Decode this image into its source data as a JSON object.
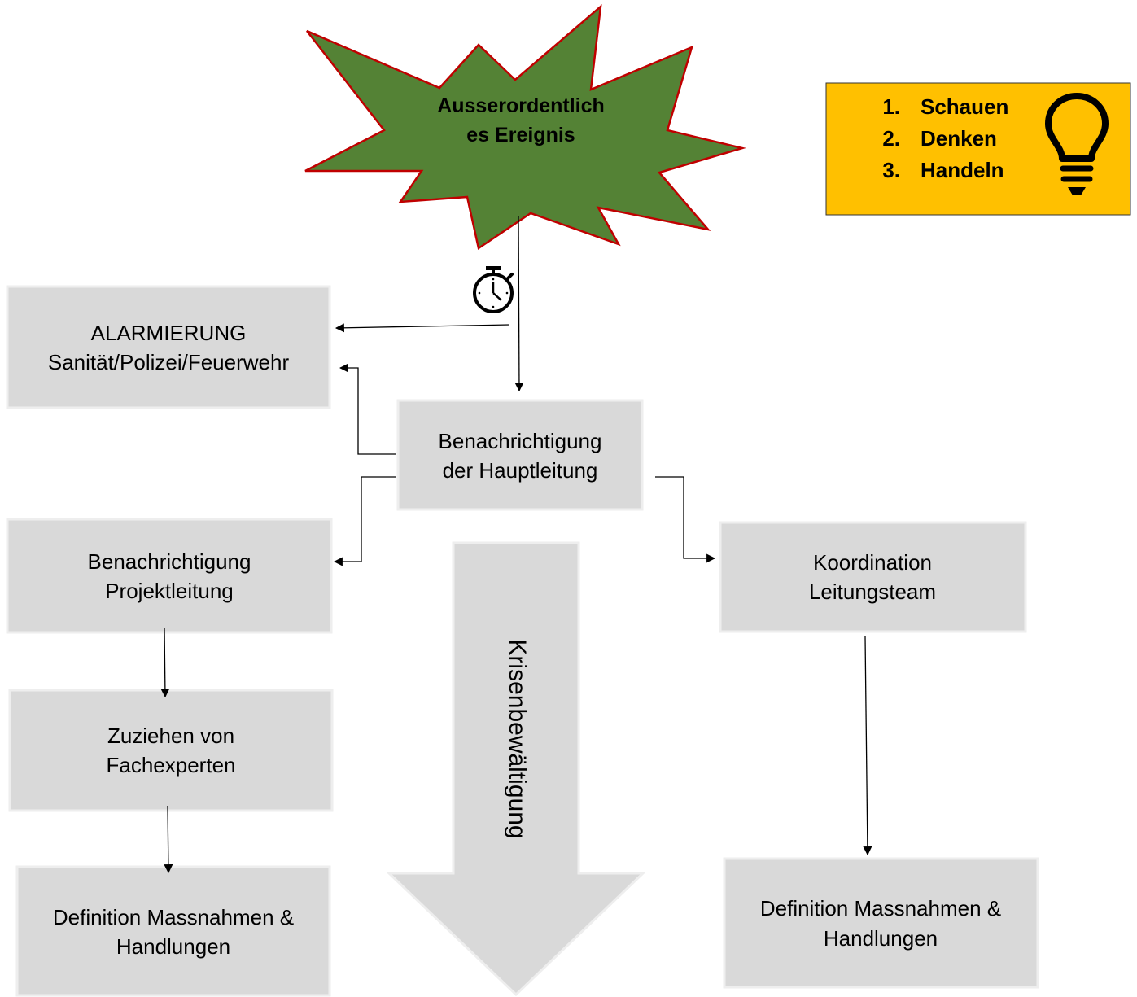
{
  "event": {
    "line1": "Ausserordentlich",
    "line2": "es Ereignis"
  },
  "tips": {
    "items": [
      {
        "number": "1.",
        "text": "Schauen"
      },
      {
        "number": "2.",
        "text": "Denken"
      },
      {
        "number": "3.",
        "text": "Handeln"
      }
    ],
    "icon": "lightbulb-icon"
  },
  "timer_icon": "stopwatch-icon",
  "boxes": {
    "alarm": {
      "line1": "ALARMIERUNG",
      "line2": "Sanität/Polizei/Feuerwehr"
    },
    "main_notify": {
      "line1": "Benachrichtigung",
      "line2": "der Hauptleitung"
    },
    "project_notify": {
      "line1": "Benachrichtigung",
      "line2": "Projektleitung"
    },
    "coordination": {
      "line1": "Koordination",
      "line2": "Leitungsteam"
    },
    "experts": {
      "line1": "Zuziehen von",
      "line2": "Fachexperten"
    },
    "measures_left": {
      "line1": "Definition Massnahmen &",
      "line2": "Handlungen"
    },
    "measures_right": {
      "line1": "Definition Massnahmen &",
      "line2": "Handlungen"
    }
  },
  "big_arrow": {
    "label": "Krisenbewältigung"
  },
  "colors": {
    "star_fill": "#548235",
    "star_stroke": "#c00000",
    "tips_fill": "#ffc000",
    "box_fill": "#d9d9d9"
  }
}
